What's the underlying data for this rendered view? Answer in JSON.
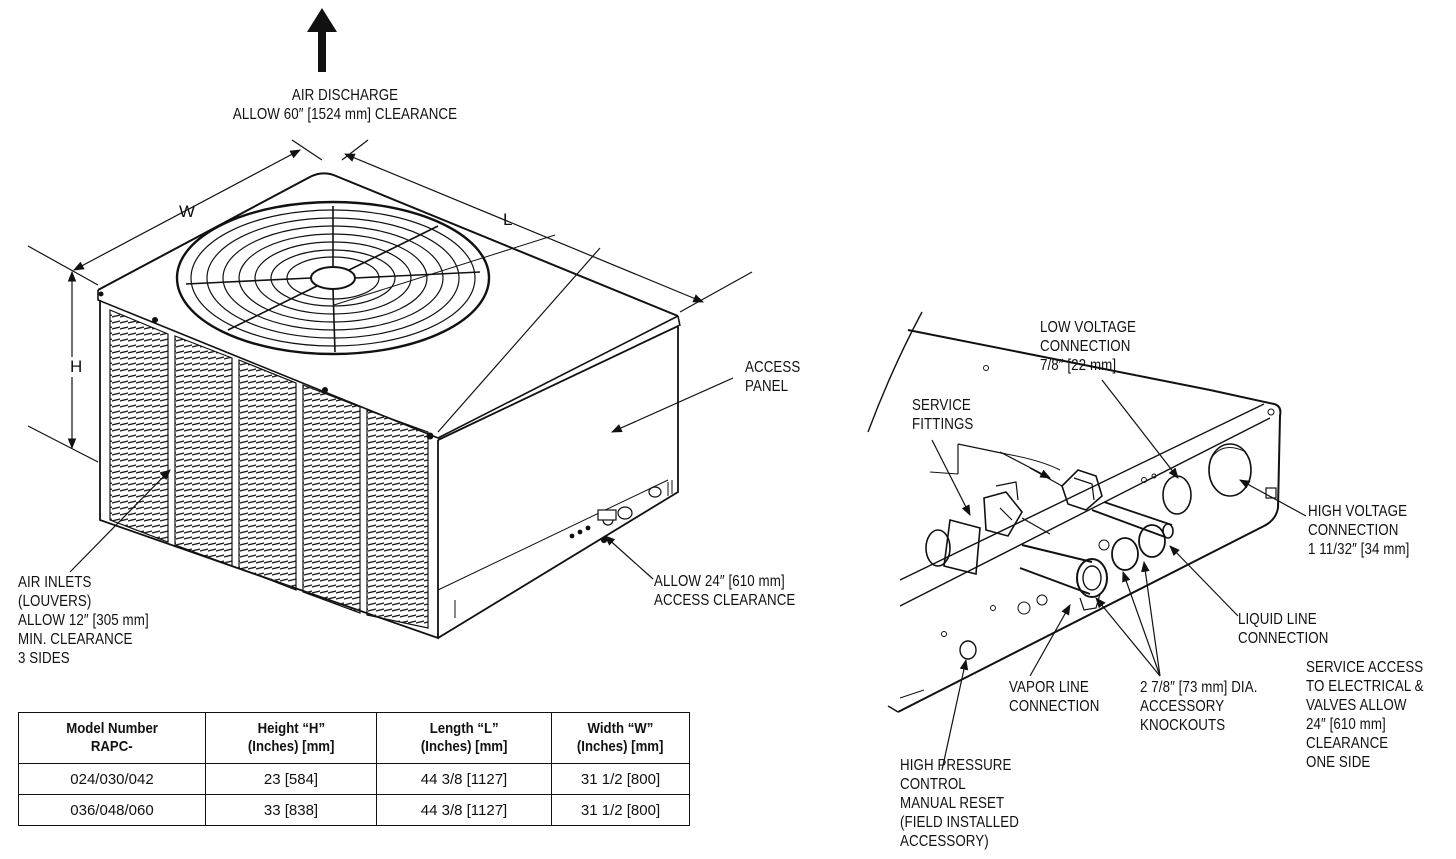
{
  "labels": {
    "air_discharge": [
      "AIR DISCHARGE",
      "ALLOW 60″ [1524 mm] CLEARANCE"
    ],
    "dim_w": "W",
    "dim_l": "L",
    "dim_h": "H",
    "access_panel": [
      "ACCESS",
      "PANEL"
    ],
    "air_inlets": [
      "AIR INLETS",
      "(LOUVERS)",
      "ALLOW 12″ [305 mm]",
      "MIN. CLEARANCE",
      "3 SIDES"
    ],
    "access_clearance": [
      "ALLOW 24″ [610 mm]",
      "ACCESS CLEARANCE"
    ],
    "low_voltage": [
      "LOW VOLTAGE",
      "CONNECTION",
      "7/8″ [22 mm]"
    ],
    "service_fittings": [
      "SERVICE",
      "FITTINGS"
    ],
    "high_voltage": [
      "HIGH VOLTAGE",
      "CONNECTION",
      "1 11/32″ [34 mm]"
    ],
    "liquid_line": [
      "LIQUID LINE",
      "CONNECTION"
    ],
    "service_access": [
      "SERVICE ACCESS",
      "TO ELECTRICAL &",
      "VALVES ALLOW",
      "24″ [610 mm]",
      "CLEARANCE",
      "ONE SIDE"
    ],
    "vapor_line": [
      "VAPOR LINE",
      "CONNECTION"
    ],
    "knockouts": [
      "2 7/8″ [73 mm] DIA.",
      "ACCESSORY",
      "KNOCKOUTS"
    ],
    "high_pressure": [
      "HIGH PRESSURE",
      "CONTROL",
      "MANUAL RESET",
      "(FIELD INSTALLED",
      "ACCESSORY)"
    ]
  },
  "table": {
    "headers": [
      [
        "Model Number",
        "RAPC-"
      ],
      [
        "Height “H”",
        "(Inches) [mm]"
      ],
      [
        "Length “L”",
        "(Inches) [mm]"
      ],
      [
        "Width “W”",
        "(Inches) [mm]"
      ]
    ],
    "rows": [
      [
        "024/030/042",
        "23 [584]",
        "44 3/8 [1127]",
        "31 1/2 [800]"
      ],
      [
        "036/048/060",
        "33 [838]",
        "44 3/8 [1127]",
        "31 1/2 [800]"
      ]
    ]
  }
}
